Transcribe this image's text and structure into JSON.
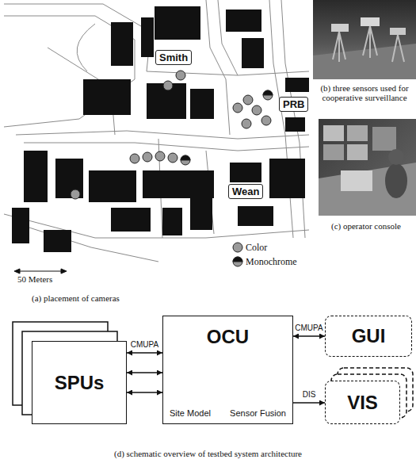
{
  "diagram": {
    "nodes": [
      {
        "text": [
          "Smith"
        ]
      },
      {
        "text": [
          "PRB"
        ]
      },
      {
        "text": [
          "Wean"
        ]
      },
      {
        "text": [
          "SPUs"
        ]
      },
      {
        "text": [
          "OCU",
          "Site Model",
          "Sensor Fusion"
        ]
      },
      {
        "text": [
          "GUI"
        ]
      },
      {
        "text": [
          "VIS"
        ]
      }
    ],
    "edges": [
      {
        "from": 3,
        "to": 4,
        "arrow": "both",
        "label": "CMUPA"
      },
      {
        "from": 3,
        "to": 4,
        "arrow": "both"
      },
      {
        "from": 3,
        "to": 4,
        "arrow": "both"
      },
      {
        "from": 4,
        "to": 5,
        "arrow": "both",
        "label": "CMUPA"
      },
      {
        "from": 4,
        "to": 6,
        "arrow": "to",
        "label": "DIS"
      }
    ],
    "labels": [
      "50 Meters",
      "(a) placement of cameras",
      "(b) three sensors used for cooperative surveillance",
      "(c) operator console",
      "(d) schematic overview of testbed system architecture"
    ],
    "legend": [
      {
        "text": "Color"
      },
      {
        "text": "Monochrome"
      }
    ]
  }
}
